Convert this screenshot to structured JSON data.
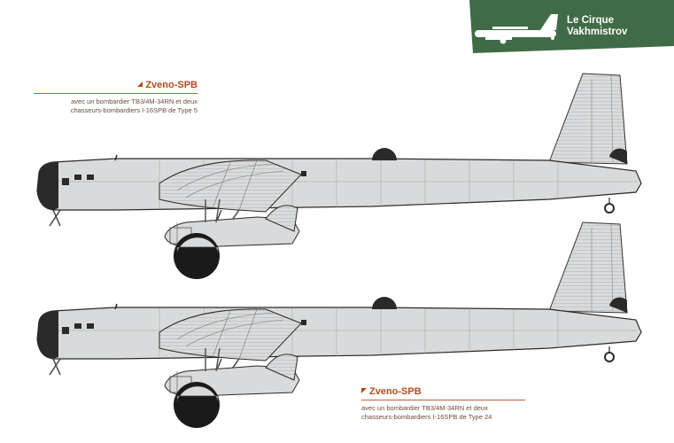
{
  "badge": {
    "line1": "Le Cirque",
    "line2": "Vakhmistrov",
    "bg_color": "#3f6b46"
  },
  "profiles": [
    {
      "title": "Zveno-SPB",
      "line1": "avec un bombardier TB3/4M-34RN et deux",
      "line2": "chasseurs-bombardiers I-16SPB de Type 5"
    },
    {
      "title": "Zveno-SPB",
      "line1": "avec un bombardier TB3/4M-34RN et deux",
      "line2": "chasseurs-bombardiers I-16SPB de Type 24"
    }
  ],
  "colors": {
    "accent": "#b34a1f",
    "aircraft_grey": "#d9dadb",
    "outline": "#2a2a2a"
  }
}
